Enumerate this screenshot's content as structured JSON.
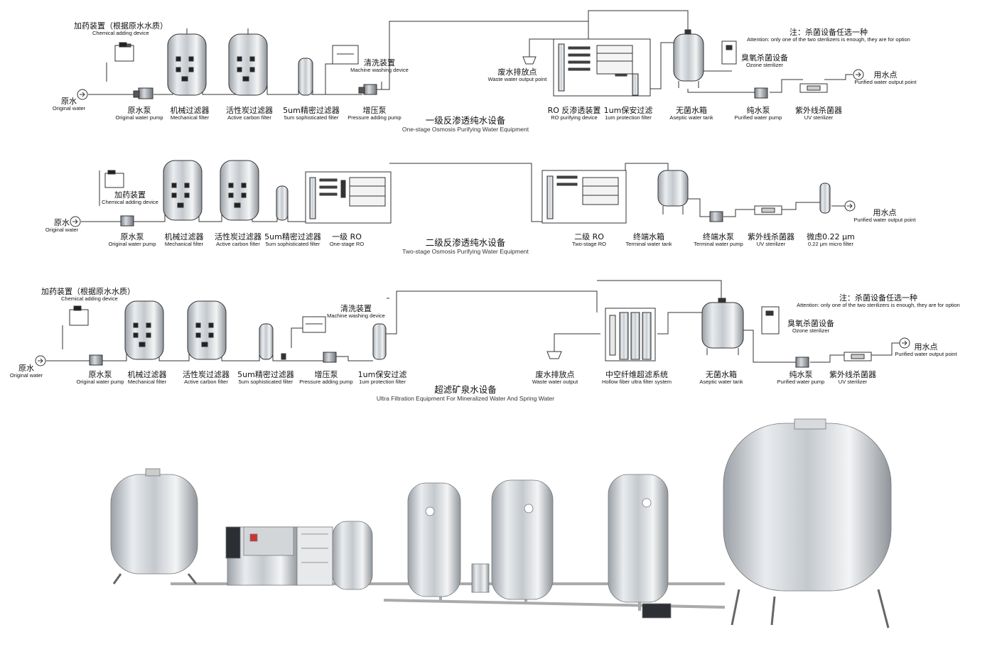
{
  "diagram1": {
    "title_zh": "一级反渗透纯水设备",
    "title_en": "One-stage Osmosis Purifying Water Equipment",
    "chemical_zh": "加药装置（根据原水水质）",
    "chemical_en": "Chemical adding device",
    "raw_zh": "原水",
    "raw_en": "Original water",
    "pump_zh": "原水泵",
    "pump_en": "Original water pump",
    "mech_zh": "机械过滤器",
    "mech_en": "Mechanical filter",
    "carbon_zh": "活性炭过滤器",
    "carbon_en": "Active carbon filter",
    "fine_zh": "5um精密过滤器",
    "fine_en": "5um sophisticated filter",
    "booster_zh": "增压泵",
    "booster_en": "Pressure adding pump",
    "wash_zh": "清洗装置",
    "wash_en": "Machine washing device",
    "waste_zh": "废水排放点",
    "waste_en": "Waste water output point",
    "ro_zh": "RO 反渗透装置",
    "ro_en": "RO purifying device",
    "prot_zh": "1um保安过滤",
    "prot_en": "1um protection filter",
    "tank_zh": "无菌水箱",
    "tank_en": "Aseptic water tank",
    "note_zh": "注：杀菌设备任选一种",
    "note_en": "Attention: only one of the two sterilizers is enough, they are for option",
    "ozone_zh": "臭氧杀菌设备",
    "ozone_en": "Ozone sterilizer",
    "outlet_zh": "用水点",
    "outlet_en": "Purified water output point",
    "ppump_zh": "纯水泵",
    "ppump_en": "Purified water pump",
    "uv_zh": "紫外线杀菌器",
    "uv_en": "UV sterilizer"
  },
  "diagram2": {
    "title_zh": "二级反渗透纯水设备",
    "title_en": "Two-stage Osmosis Purifying Water Equipment",
    "chemical_zh": "加药装置",
    "chemical_en": "Chemical adding device",
    "raw_zh": "原水",
    "raw_en": "Original water",
    "pump_zh": "原水泵",
    "pump_en": "Original water pump",
    "mech_zh": "机械过滤器",
    "mech_en": "Mechanical filter",
    "carbon_zh": "活性炭过滤器",
    "carbon_en": "Active carbon filter",
    "fine_zh": "5um精密过滤器",
    "fine_en": "5um sophisticated filter",
    "ro1_zh": "一级 RO",
    "ro1_en": "One-stage RO",
    "ro2_zh": "二级 RO",
    "ro2_en": "Two-stage RO",
    "tank_zh": "终端水箱",
    "tank_en": "Terminal water tank",
    "tpump_zh": "终端水泵",
    "tpump_en": "Terminal water pump",
    "uv_zh": "紫外线杀菌器",
    "uv_en": "UV sterilizer",
    "micro_zh": "微虑0.22 μm",
    "micro_en": "0.22 μm micro filter",
    "outlet_zh": "用水点",
    "outlet_en": "Purified water output point"
  },
  "diagram3": {
    "title_zh": "超滤矿泉水设备",
    "title_en": "Ultra Filtration Equipment For Mineralized Water And Spring Water",
    "chemical_zh": "加药装置（根据原水水质）",
    "chemical_en": "Chemical adding device",
    "raw_zh": "原水",
    "raw_en": "Original water",
    "pump_zh": "原水泵",
    "pump_en": "Original water pump",
    "mech_zh": "机械过滤器",
    "mech_en": "Mechanical filter",
    "carbon_zh": "活性炭过滤器",
    "carbon_en": "Active carbon filter",
    "fine_zh": "5um精密过滤器",
    "fine_en": "5um sophisticated filter",
    "booster_zh": "增压泵",
    "booster_en": "Pressure adding pump",
    "prot_zh": "1um保安过滤",
    "prot_en": "1um protection filter",
    "wash_zh": "清洗装置",
    "wash_en": "Machine washing device",
    "waste_zh": "废水排放点",
    "waste_en": "Waste water output",
    "hollow_zh": "中空纤维超滤系统",
    "hollow_en": "Hollow fiber ultra filter system",
    "tank_zh": "无菌水箱",
    "tank_en": "Aseptic water tank",
    "note_zh": "注：杀菌设备任选一种",
    "note_en": "Attention: only one of the two sterilizers is enough, they are for option",
    "ozone_zh": "臭氧杀菌设备",
    "ozone_en": "Ozone sterilizer",
    "outlet_zh": "用水点",
    "outlet_en": "Purified water output point",
    "ppump_zh": "纯水泵",
    "ppump_en": "Purified water pump",
    "uv_zh": "紫外线杀菌器",
    "uv_en": "UV sterilizer"
  }
}
